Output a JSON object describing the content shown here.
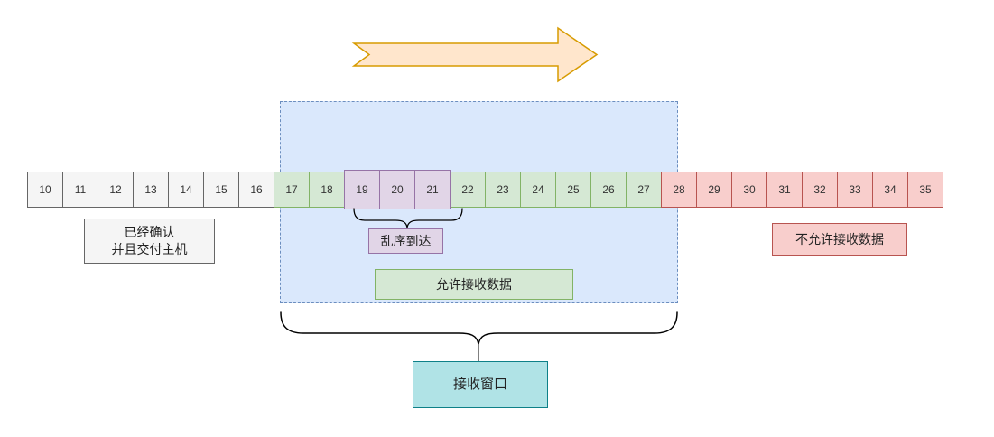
{
  "colors": {
    "acked_fill": "#f5f5f5",
    "acked_border": "#666666",
    "allowed_fill": "#d5e8d4",
    "allowed_border": "#82b366",
    "ooo_fill": "#e1d5e7",
    "ooo_border": "#9673a6",
    "denied_fill": "#f8cecc",
    "denied_border": "#b85450",
    "window_fill": "#dae8fc",
    "window_border": "#6c8ebf",
    "arrow_fill": "#ffe6cc",
    "arrow_border": "#d79b00",
    "title_fill": "#b0e3e6",
    "title_border": "#0e8088"
  },
  "cells": [
    {
      "num": "10",
      "type": "acked"
    },
    {
      "num": "11",
      "type": "acked"
    },
    {
      "num": "12",
      "type": "acked"
    },
    {
      "num": "13",
      "type": "acked"
    },
    {
      "num": "14",
      "type": "acked"
    },
    {
      "num": "15",
      "type": "acked"
    },
    {
      "num": "16",
      "type": "acked"
    },
    {
      "num": "17",
      "type": "allowed"
    },
    {
      "num": "18",
      "type": "allowed"
    },
    {
      "num": "19",
      "type": "ooo"
    },
    {
      "num": "20",
      "type": "ooo"
    },
    {
      "num": "21",
      "type": "ooo"
    },
    {
      "num": "22",
      "type": "allowed"
    },
    {
      "num": "23",
      "type": "allowed"
    },
    {
      "num": "24",
      "type": "allowed"
    },
    {
      "num": "25",
      "type": "allowed"
    },
    {
      "num": "26",
      "type": "allowed"
    },
    {
      "num": "27",
      "type": "allowed"
    },
    {
      "num": "28",
      "type": "denied"
    },
    {
      "num": "29",
      "type": "denied"
    },
    {
      "num": "30",
      "type": "denied"
    },
    {
      "num": "31",
      "type": "denied"
    },
    {
      "num": "32",
      "type": "denied"
    },
    {
      "num": "33",
      "type": "denied"
    },
    {
      "num": "34",
      "type": "denied"
    },
    {
      "num": "35",
      "type": "denied"
    }
  ],
  "labels": {
    "acked_line1": "已经确认",
    "acked_line2": "并且交付主机",
    "out_of_order": "乱序到达",
    "allowed": "允许接收数据",
    "denied": "不允许接收数据",
    "window_title": "接收窗口"
  }
}
